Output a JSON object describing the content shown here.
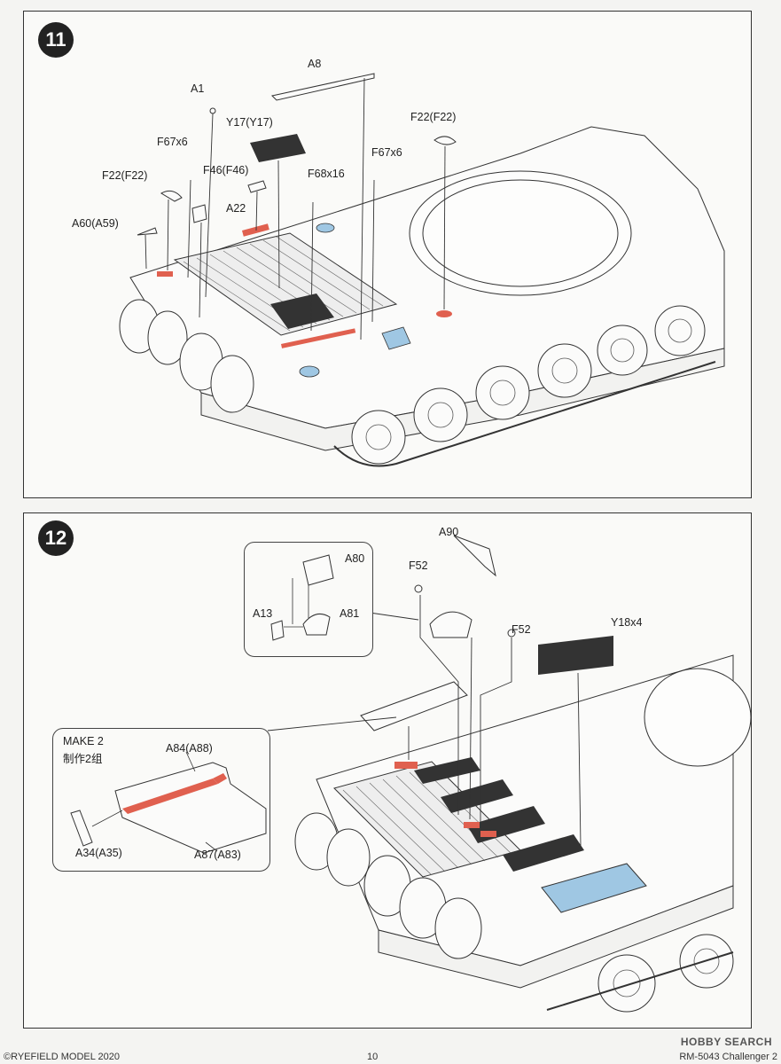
{
  "step11": {
    "number": "11",
    "labels": {
      "a8": "A8",
      "a1": "A1",
      "y17": "Y17(Y17)",
      "f22_right": "F22(F22)",
      "f67_left": "F67x6",
      "f46": "F46(F46)",
      "f68": "F68x16",
      "f67_right": "F67x6",
      "f22_left": "F22(F22)",
      "a22": "A22",
      "a60": "A60(A59)"
    }
  },
  "step12": {
    "number": "12",
    "labels": {
      "a90": "A90",
      "a80": "A80",
      "f52_top": "F52",
      "a13": "A13",
      "a81": "A81",
      "f52_right": "F52",
      "y18": "Y18x4",
      "make2": "MAKE 2",
      "make2_cn": "制作2组",
      "a84": "A84(A88)",
      "a34": "A34(A35)",
      "a87": "A87(A83)"
    }
  },
  "footer": {
    "copyright": "©RYEFIELD MODEL 2020",
    "page": "10",
    "product": "RM-5043 Challenger 2"
  },
  "watermark": "HOBBY SEARCH",
  "colors": {
    "highlight_red": "#e0604f",
    "highlight_blue": "#9fc7e3",
    "line": "#333333"
  }
}
